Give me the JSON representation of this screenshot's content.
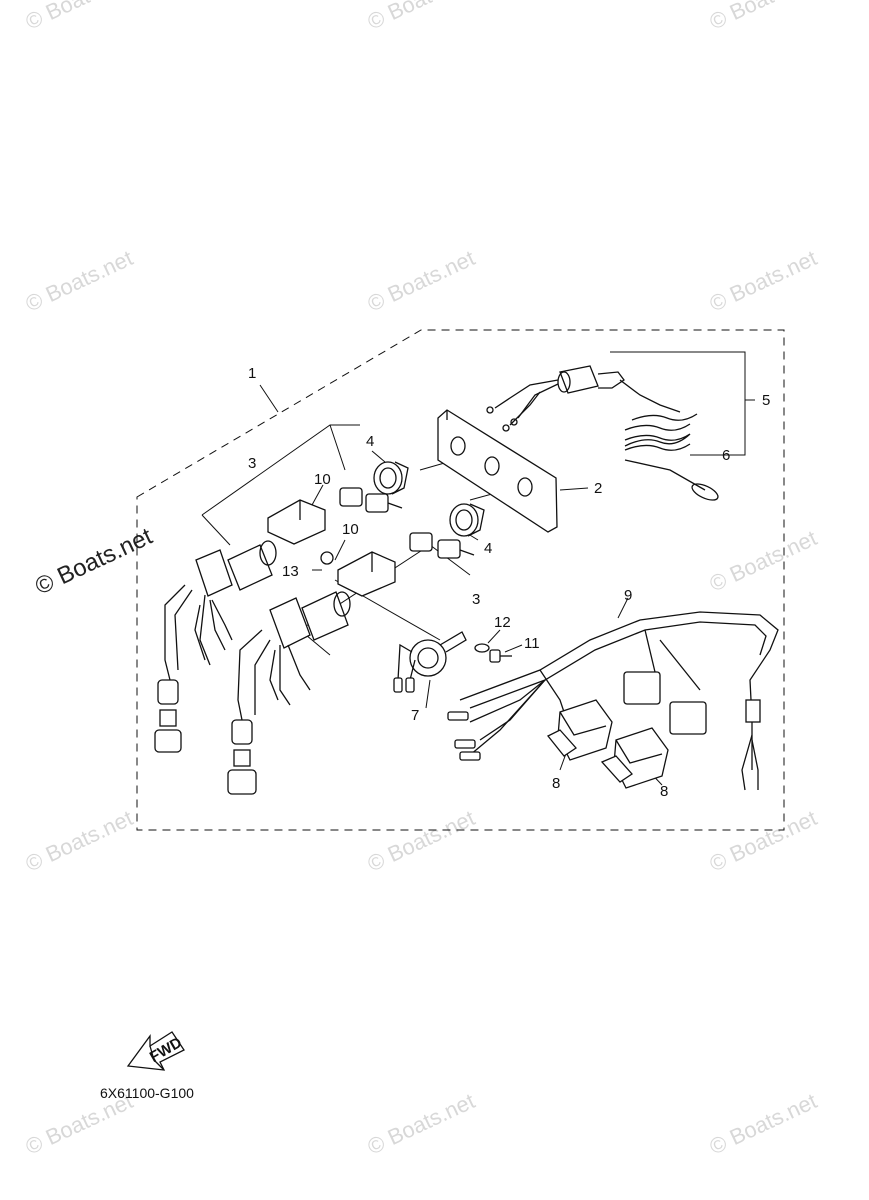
{
  "watermark": {
    "text": "Boats.net",
    "symbol": "©"
  },
  "callouts": {
    "c1": "1",
    "c2": "2",
    "c3a": "3",
    "c3b": "3",
    "c4a": "4",
    "c4b": "4",
    "c5": "5",
    "c6": "6",
    "c7": "7",
    "c8a": "8",
    "c8b": "8",
    "c9": "9",
    "c10a": "10",
    "c10b": "10",
    "c11": "11",
    "c12": "12",
    "c13": "13"
  },
  "fwd_label": "FWD",
  "diagram_code": "6X61100-G100"
}
